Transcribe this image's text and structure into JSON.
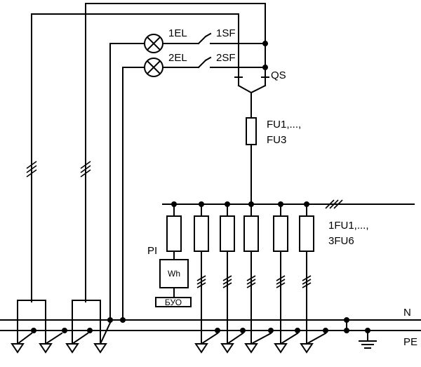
{
  "labels": {
    "lamp1": "1EL",
    "lamp2": "2EL",
    "breaker1": "1SF",
    "breaker2": "2SF",
    "main_switch": "QS",
    "main_fuse_line1": "FU1,...,",
    "main_fuse_line2": "FU3",
    "group_fuse_line1": "1FU1,...,",
    "group_fuse_line2": "3FU6",
    "meter_ref": "PI",
    "meter_symbol": "Wh",
    "control_unit": "БУО",
    "neutral_bus": "N",
    "earth_bus": "PE"
  }
}
